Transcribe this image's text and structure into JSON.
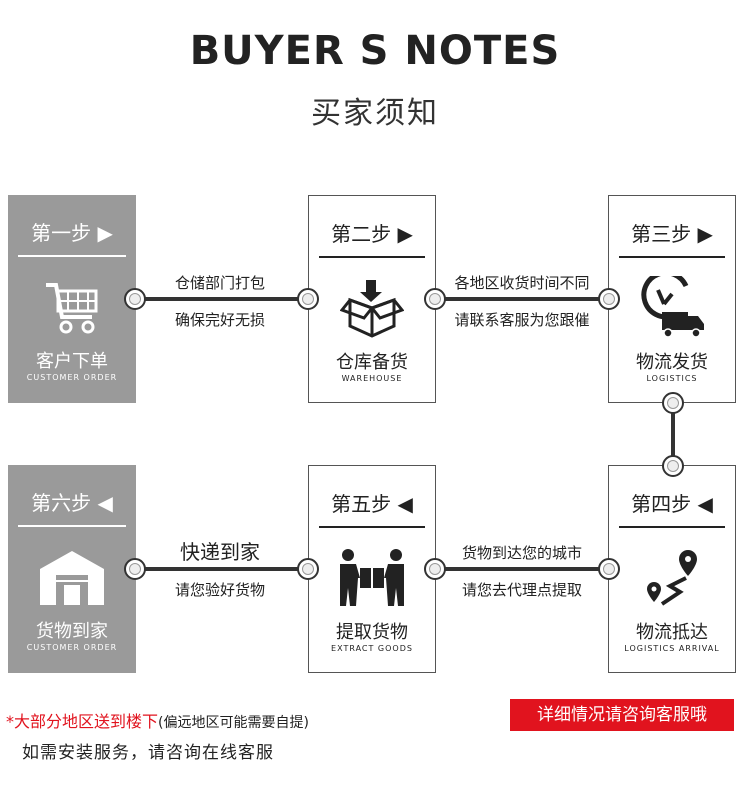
{
  "header": {
    "title_en": "BUYER S NOTES",
    "title_cn": "买家须知"
  },
  "steps": [
    {
      "title": "第一步 ▶",
      "label": "客户下单",
      "sub": "CUSTOMER ORDER",
      "icon": "shopping-cart-icon"
    },
    {
      "title": "第二步 ▶",
      "label": "仓库备货",
      "sub": "WAREHOUSE",
      "icon": "package-box-icon"
    },
    {
      "title": "第三步 ▶",
      "label": "物流发货",
      "sub": "LOGISTICS",
      "icon": "delivery-truck-clock-icon"
    },
    {
      "title": "第四步 ◀",
      "label": "物流抵达",
      "sub": "LOGISTICS ARRIVAL",
      "icon": "map-pin-route-icon"
    },
    {
      "title": "第五步 ◀",
      "label": "提取货物",
      "sub": "EXTRACT GOODS",
      "icon": "people-carry-box-icon"
    },
    {
      "title": "第六步 ◀",
      "label": "货物到家",
      "sub": "CUSTOMER ORDER",
      "icon": "warehouse-icon"
    }
  ],
  "connectors": {
    "c12": {
      "line1": "仓储部门打包",
      "line2": "确保完好无损"
    },
    "c23": {
      "line1": "各地区收货时间不同",
      "line2": "请联系客服为您跟催"
    },
    "c45": {
      "line1": "货物到达您的城市",
      "line2": "请您去代理点提取"
    },
    "c56": {
      "line1": "快递到家",
      "line2": "请您验好货物"
    }
  },
  "notes": {
    "star": "*",
    "main": "大部分地区送到楼下",
    "small": "(偏远地区可能需要自提)",
    "install": "如需安装服务，请咨询在线客服"
  },
  "contact_button": "详细情况请咨询客服哦",
  "colors": {
    "accent": "#e1131e",
    "grey_box": "#9a9a9a"
  }
}
